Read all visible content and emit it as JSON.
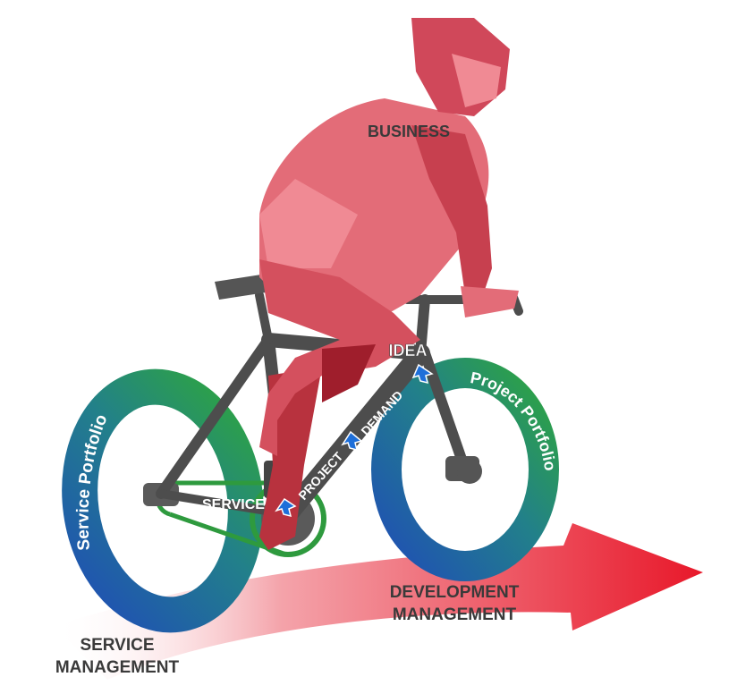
{
  "labels": {
    "business": "BUSINESS",
    "idea": "IDEA",
    "demand": "DEMAND",
    "project": "PROJECT",
    "service": "SERVICE",
    "service_portfolio": "Service Portfolio",
    "project_portfolio": "Project Portfolio",
    "development_management_line1": "DEVELOPMENT",
    "development_management_line2": "MANAGEMENT",
    "service_management_line1": "SERVICE",
    "service_management_line2": "MANAGEMENT"
  },
  "colors": {
    "rider": "#e0606c",
    "rider_dark": "#b8323e",
    "frame": "#4d4d4d",
    "wheel_blue": "#1f5fb0",
    "wheel_green": "#2e9a3e",
    "arrow_red": "#e8182a",
    "flow_arrow_blue": "#1e6fd9",
    "text_dark": "#3a3a3a"
  }
}
